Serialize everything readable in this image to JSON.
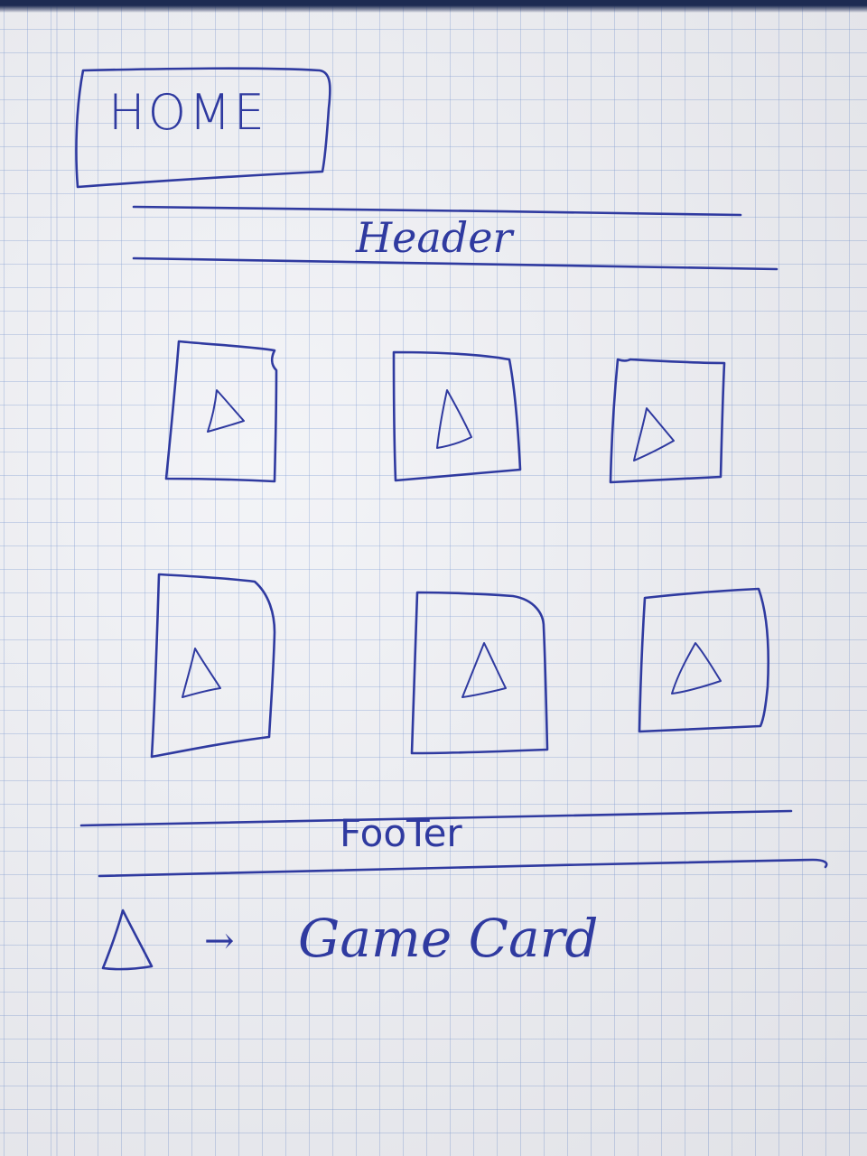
{
  "home": {
    "label": "HOME"
  },
  "header": {
    "label": "Header"
  },
  "footer": {
    "label": "FooTer"
  },
  "legend": {
    "label": "Game Card",
    "arrow": "→"
  },
  "cards": [
    {
      "row": 1,
      "col": 1,
      "icon": "triangle-icon"
    },
    {
      "row": 1,
      "col": 2,
      "icon": "triangle-icon"
    },
    {
      "row": 1,
      "col": 3,
      "icon": "triangle-icon"
    },
    {
      "row": 2,
      "col": 1,
      "icon": "triangle-icon"
    },
    {
      "row": 2,
      "col": 2,
      "icon": "triangle-icon"
    },
    {
      "row": 2,
      "col": 3,
      "icon": "triangle-icon"
    }
  ],
  "colors": {
    "ink": "#2f3aa0",
    "paper": "#f1f2f6",
    "grid": "#8fa6d6"
  }
}
